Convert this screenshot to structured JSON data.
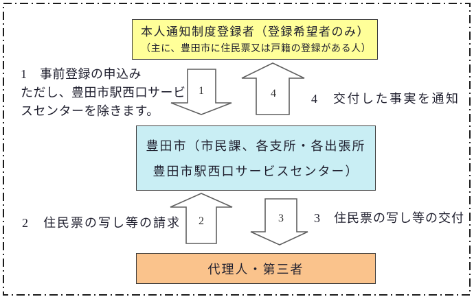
{
  "boxes": {
    "registrant": {
      "line1": "本人通知制度登録者（登録希望者のみ）",
      "line2": "（主に、豊田市に住民票又は戸籍の登録がある人）",
      "bg": "#FFFF99"
    },
    "city": {
      "line1": "豊田市（市民課、各支所・各出張所",
      "line2": "豊田市駅西口サービスセンター）",
      "bg": "#C9EEF4"
    },
    "third_party": {
      "label": "代理人・第三者",
      "bg": "#FAC38C"
    }
  },
  "steps": {
    "step1": {
      "line1": "1　事前登録の申込み",
      "line2": "ただし、豊田市駅西口サービ",
      "line3": "スセンターを除きます。"
    },
    "step2": "2　住民票の写し等の請求",
    "step3": "3　住民票の写し等の交付",
    "step4": "4　交付した事実を通知"
  },
  "arrows": {
    "a1": {
      "number": "1",
      "direction": "down"
    },
    "a2": {
      "number": "2",
      "direction": "up"
    },
    "a3": {
      "number": "3",
      "direction": "down"
    },
    "a4": {
      "number": "4",
      "direction": "up"
    }
  }
}
